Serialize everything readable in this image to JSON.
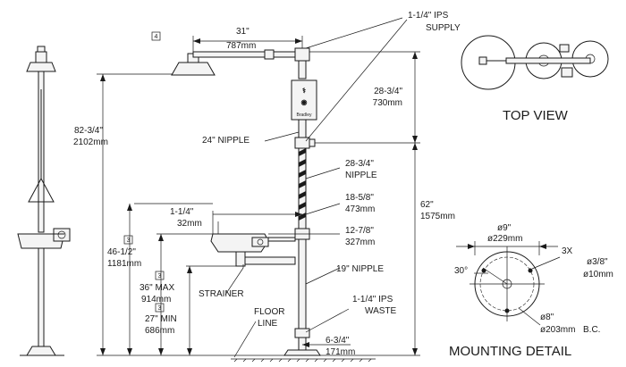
{
  "dimensions": {
    "arm_length_in": "31\"",
    "arm_length_mm": "787mm",
    "supply": "1-1/4\" IPS",
    "supply_label": "SUPPLY",
    "head_to_top_in": "28-3/4\"",
    "head_to_top_mm": "730mm",
    "nipple_24": "24\" NIPPLE",
    "nipple_2834_in": "28-3/4\"",
    "nipple_2834_label": "NIPPLE",
    "overall_height_in": "82-3/4\"",
    "overall_height_mm": "2102mm",
    "shower_height_in": "62\"",
    "shower_height_mm": "1575mm",
    "bowl_rise_in": "1-1/4\"",
    "bowl_rise_mm": "32mm",
    "bowl_depth_in": "18-5/8\"",
    "bowl_depth_mm": "473mm",
    "bowl_offset_in": "12-7/8\"",
    "bowl_offset_mm": "327mm",
    "bowl_height_in": "46-1/2\"",
    "bowl_height_mm": "1181mm",
    "nipple_19": "19\" NIPPLE",
    "max_in": "36\" MAX",
    "max_mm": "914mm",
    "strainer": "STRAINER",
    "min_in": "27\" MIN",
    "min_mm": "686mm",
    "floor_line_1": "FLOOR",
    "floor_line_2": "LINE",
    "waste": "1-1/4\" IPS",
    "waste_label": "WASTE",
    "base_in": "6-3/4\"",
    "base_mm": "171mm"
  },
  "callouts": {
    "head": "4",
    "bowl_height": "3",
    "max": "3",
    "min": "3"
  },
  "top_view": {
    "title": "TOP VIEW"
  },
  "mounting": {
    "title": "MOUNTING DETAIL",
    "outer_in": "ø9\"",
    "outer_mm": "ø229mm",
    "holes_count": "3X",
    "hole_in": "ø3/8\"",
    "hole_mm": "ø10mm",
    "angle": "30°",
    "bc_in": "ø8\"",
    "bc_mm": "ø203mm",
    "bc_label": "B.C."
  },
  "sign": {
    "brand": "Bradley"
  }
}
